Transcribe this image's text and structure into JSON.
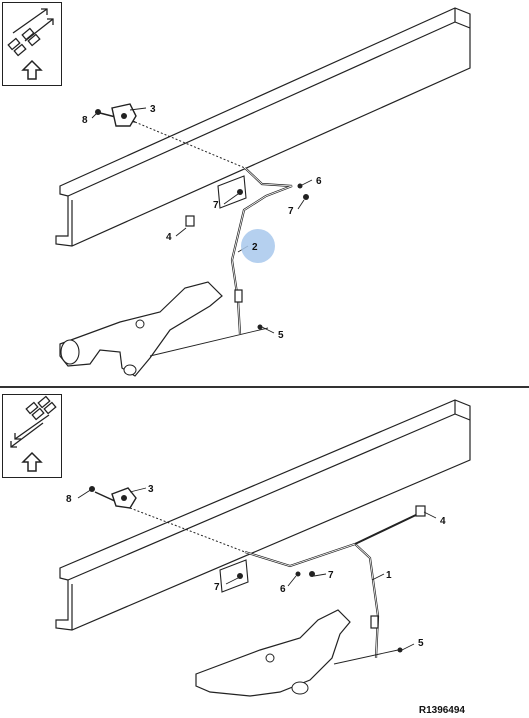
{
  "colors": {
    "highlight": "#a8c8ec",
    "line": "#222222"
  },
  "top_panel": {
    "direction_icon": "arrows-diagonal-up-right-icon",
    "callouts": {
      "c8": "8",
      "c3": "3",
      "c6": "6",
      "c7a": "7",
      "c7b": "7",
      "c4": "4",
      "c2": "2",
      "c5": "5"
    }
  },
  "bottom_panel": {
    "direction_icon": "arrows-diagonal-down-left-icon",
    "callouts": {
      "c8": "8",
      "c3": "3",
      "c4": "4",
      "c1": "1",
      "c7a": "7",
      "c6": "6",
      "c7b": "7",
      "c5": "5"
    }
  },
  "reference_code": "R1396494"
}
